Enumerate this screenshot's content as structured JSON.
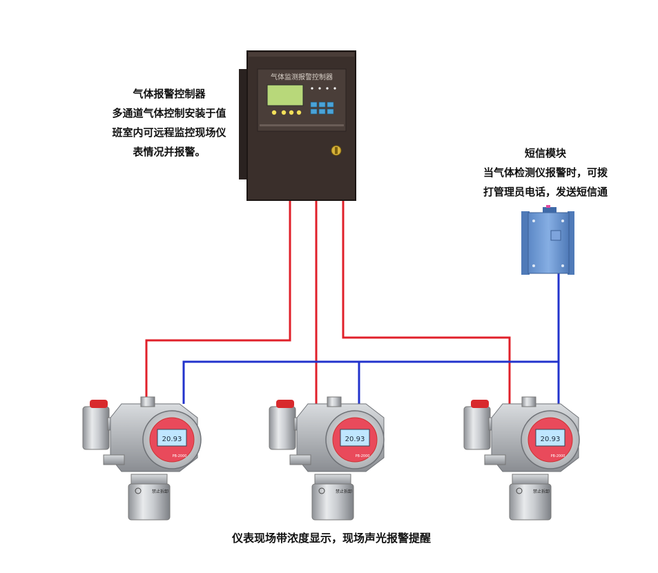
{
  "controller_caption": {
    "title": "气体报警控制器",
    "lines": [
      "多通道气体控制安装于值",
      "班室内可远程监控现场仪",
      "表情况并报警。"
    ]
  },
  "sms_caption": {
    "title": "短信模块",
    "lines": [
      "当气体检测仪报警时，可拨",
      "打管理员电话，发送短信通"
    ]
  },
  "bottom_caption": "仪表现场带浓度显示，现场声光报警提醒",
  "controller_panel_label": "气体监测报警控制器",
  "detector_reading": "20.93",
  "detector_brand": "PB-2000",
  "detector_warning": "禁止拆卸",
  "colors": {
    "signal_wire": "#e0202a",
    "sms_wire": "#2233cc",
    "controller_body": "#3a2f2b",
    "sms_module": "#6f9bd6"
  }
}
